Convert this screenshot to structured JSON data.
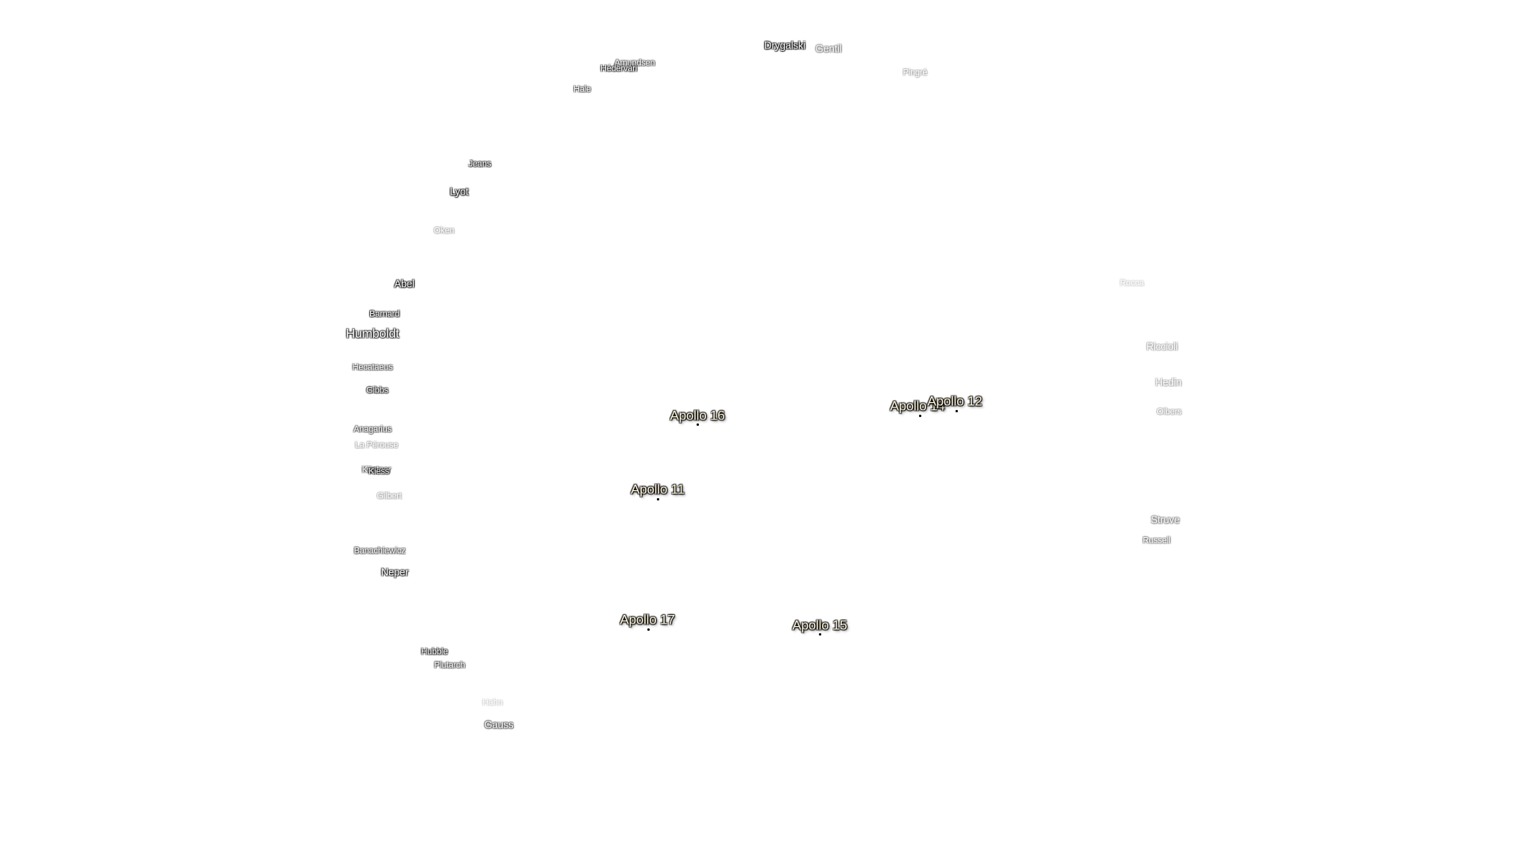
{
  "map": {
    "background_color": "#ffffff",
    "crater_label_color": "#ffffff",
    "apollo_label_color": "#fff6dc"
  },
  "craters": {
    "drygalski": "Drygalski",
    "de_gerlache_gentil": "Gentil",
    "amundsen": "Amundsen",
    "hedervari": "Hédervári",
    "pingre": "Pingré",
    "hale": "Hale",
    "jeans": "Jeans",
    "lyot": "Lyot",
    "oken": "Oken",
    "abel": "Abel",
    "rocca": "Rocca",
    "barnard": "Barnard",
    "humboldt": "Humboldt",
    "riccioli": "Riccioli",
    "hecataeus": "Hecataeus",
    "hedin": "Hedin",
    "gibbs": "Gibbs",
    "olbers": "Olbers",
    "anaxagoras_like": "Anagarius",
    "la_perouse": "La Pérouse",
    "kastner": "Kästner",
    "kiess": "Kiess",
    "gilbert": "Gilbert",
    "struve": "Struve",
    "russell": "Russell",
    "banachiewicz": "Banachiewicz",
    "neper": "Neper",
    "hubble": "Hubble",
    "plutarch": "Plutarch",
    "hahn": "Hahn",
    "gauss": "Gauss"
  },
  "apollo_sites": {
    "apollo_16": "Apollo 16",
    "apollo_14": "Apollo 14",
    "apollo_12": "Apollo 12",
    "apollo_11": "Apollo 11",
    "apollo_17": "Apollo 17",
    "apollo_15": "Apollo 15"
  }
}
